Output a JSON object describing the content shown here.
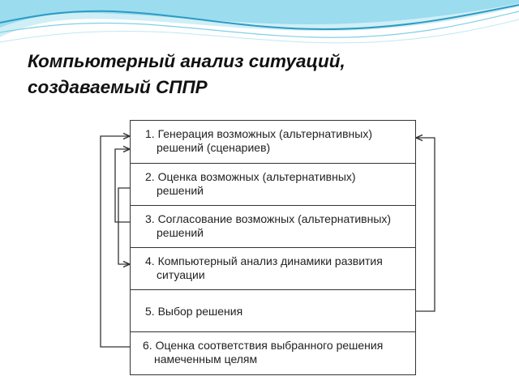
{
  "slide": {
    "title_lines": [
      "Компьютерный анализ ситуаций,",
      "создаваемый СППР"
    ]
  },
  "steps": [
    {
      "line1": "1. Генерация возможных (альтернативных)",
      "line2": "решений (сценариев)"
    },
    {
      "line1": "2. Оценка возможных (альтернативных)",
      "line2": "решений"
    },
    {
      "line1": "3. Согласование возможных (альтернативных)",
      "line2": "решений"
    },
    {
      "line1": "4. Компьютерный анализ динамики развития",
      "line2": "ситуации"
    },
    {
      "line1": "5. Выбор решения",
      "line2": ""
    },
    {
      "line1": "6. Оценка соответствия выбранного решения",
      "line2": "намеченным целям"
    }
  ],
  "colors": {
    "wave_light": "#cfeef6",
    "wave_mid": "#7fd0e6",
    "wave_dark": "#2b9bc4",
    "line": "#333333"
  }
}
